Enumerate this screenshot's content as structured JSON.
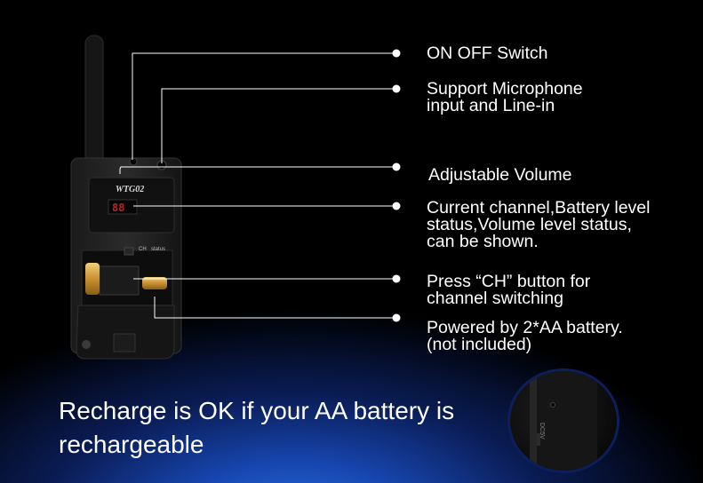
{
  "callouts": [
    {
      "id": "on-off",
      "text": "ON OFF Switch"
    },
    {
      "id": "mic-input",
      "text": "Support Microphone\ninput and Line-in"
    },
    {
      "id": "volume",
      "text": "Adjustable Volume"
    },
    {
      "id": "display",
      "text": "Current channel,Battery level\nstatus,Volume level status,\ncan be shown."
    },
    {
      "id": "ch-button",
      "text": "Press “CH” button for\nchannel switching"
    },
    {
      "id": "battery",
      "text": "Powered by 2*AA battery.\n(not included)"
    }
  ],
  "device": {
    "model": "WTG02",
    "display_digits": "88",
    "button_label": "CH",
    "status_label": "status",
    "side_label": "DC5V"
  },
  "headline": "Recharge is OK if your AA battery is\nrechargeable",
  "colors": {
    "background_center": "#1746b0",
    "background_edge": "#000000",
    "text": "#ffffff",
    "callout_line": "#ffffff",
    "battery_gold": "#d6a84a"
  }
}
